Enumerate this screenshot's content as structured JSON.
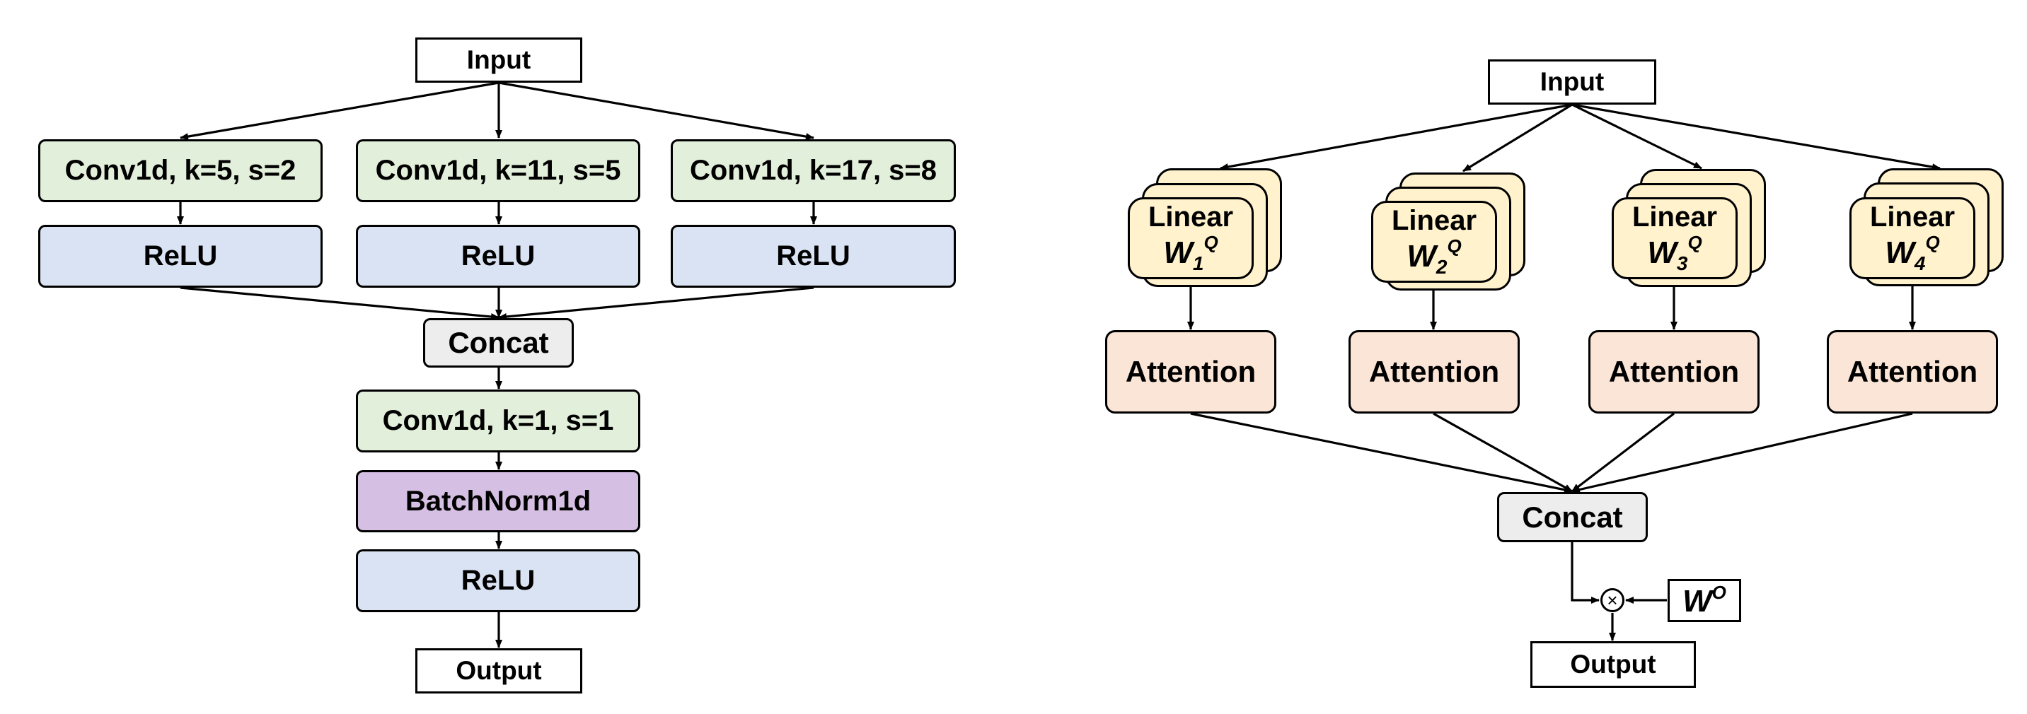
{
  "left_diagram": {
    "input": "Input",
    "branches": [
      {
        "conv": "Conv1d, k=5, s=2",
        "relu": "ReLU"
      },
      {
        "conv": "Conv1d, k=11, s=5",
        "relu": "ReLU"
      },
      {
        "conv": "Conv1d, k=17, s=8",
        "relu": "ReLU"
      }
    ],
    "concat": "Concat",
    "conv_1x1": "Conv1d, k=1, s=1",
    "batchnorm": "BatchNorm1d",
    "relu_final": "ReLU",
    "output": "Output"
  },
  "right_diagram": {
    "input": "Input",
    "heads": [
      {
        "linear": "Linear",
        "weight": "W",
        "index": "1",
        "sup": "Q",
        "attention": "Attention"
      },
      {
        "linear": "Linear",
        "weight": "W",
        "index": "2",
        "sup": "Q",
        "attention": "Attention"
      },
      {
        "linear": "Linear",
        "weight": "W",
        "index": "3",
        "sup": "Q",
        "attention": "Attention"
      },
      {
        "linear": "Linear",
        "weight": "W",
        "index": "4",
        "sup": "Q",
        "attention": "Attention"
      }
    ],
    "concat": "Concat",
    "multiply_symbol": "×",
    "output_weight": "W",
    "output_weight_sup": "O",
    "output": "Output"
  }
}
